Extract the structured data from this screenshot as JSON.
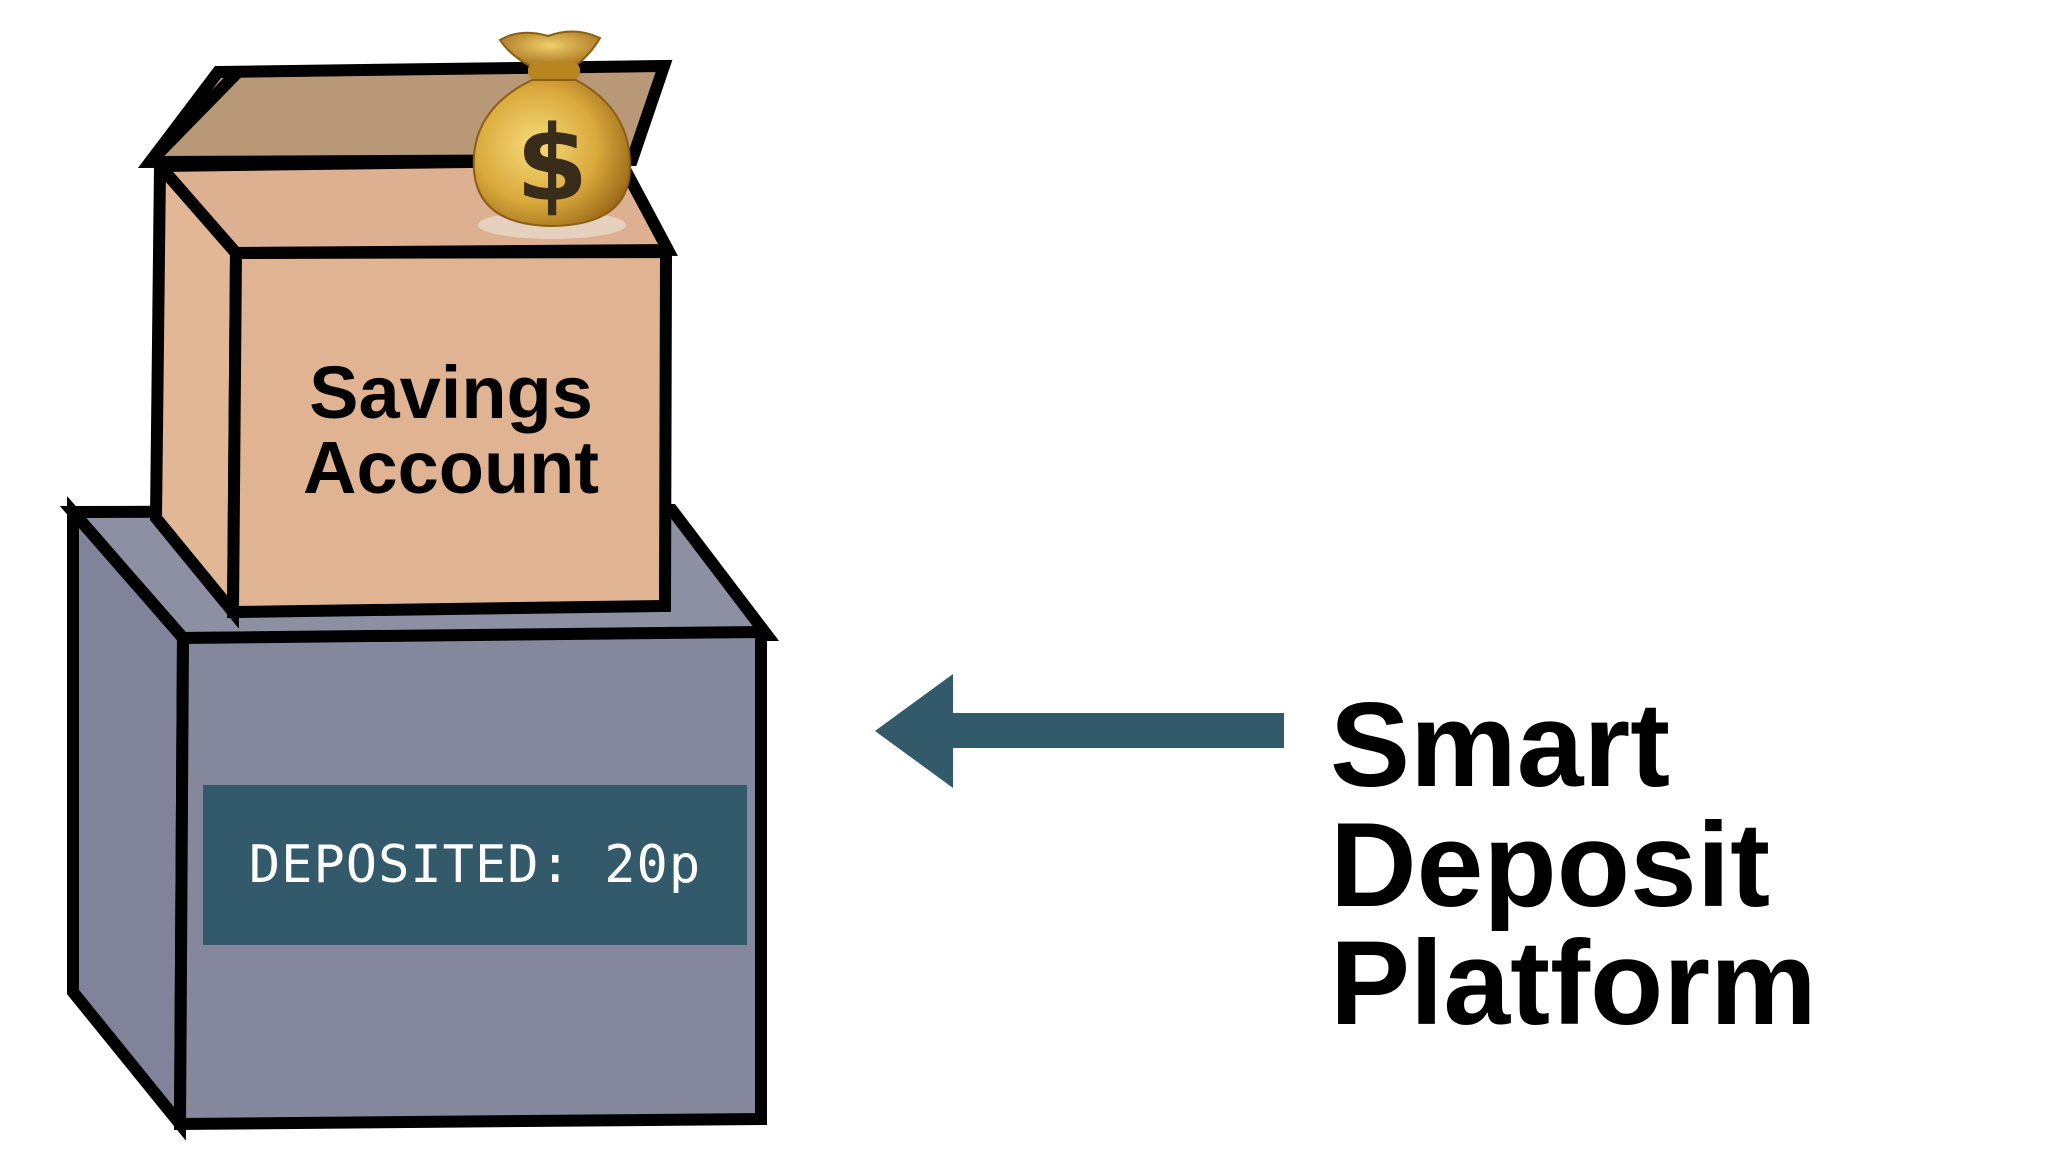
{
  "savings_box": {
    "label_line1": "Savings",
    "label_line2": "Account",
    "icon": "money-bag-icon"
  },
  "platform_box": {
    "display_text": "DEPOSITED: 20p"
  },
  "arrow": {
    "direction": "left",
    "icon": "arrow-left-icon"
  },
  "platform_label": {
    "line1": "Smart",
    "line2": "Deposit",
    "line3": "Platform"
  },
  "colors": {
    "background": "#ffffff",
    "savings_box_front": "#e0b492",
    "savings_box_lid": "#b99878",
    "platform_box_front": "#85879c",
    "display_panel": "#335a6a",
    "arrow": "#335a6a",
    "outline": "#000000"
  }
}
